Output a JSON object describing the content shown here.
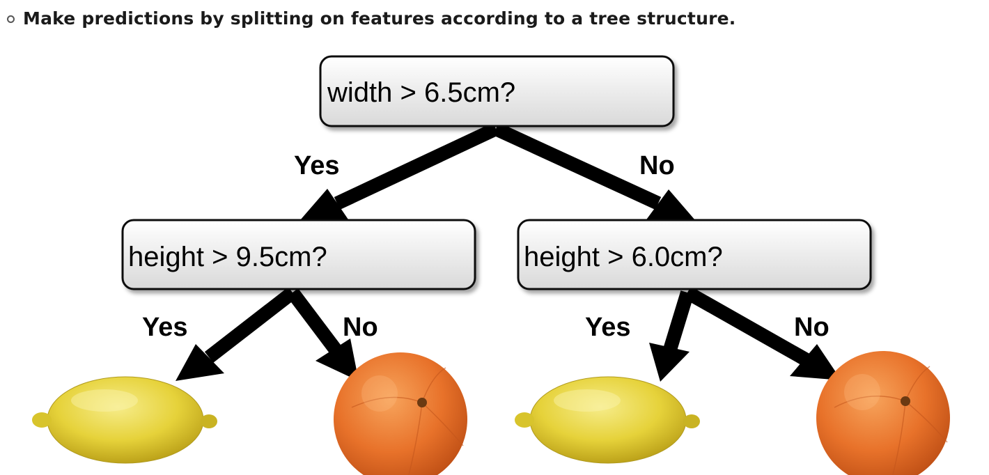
{
  "bullet": {
    "text": "Make predictions by splitting on features according to a tree structure."
  },
  "tree": {
    "root": {
      "question": "width > 6.5cm?",
      "yes_label": "Yes",
      "no_label": "No"
    },
    "left": {
      "question": "height > 9.5cm?",
      "yes_label": "Yes",
      "no_label": "No",
      "yes_leaf": "lemon",
      "no_leaf": "orange"
    },
    "right": {
      "question": "height > 6.0cm?",
      "yes_label": "Yes",
      "no_label": "No",
      "yes_leaf": "lemon",
      "no_leaf": "orange"
    }
  },
  "colors": {
    "lemon": "#e6d23a",
    "orange": "#e8722a",
    "node_border": "#111111",
    "node_fill_top": "#ffffff",
    "node_fill_bottom": "#dcdcdc"
  }
}
